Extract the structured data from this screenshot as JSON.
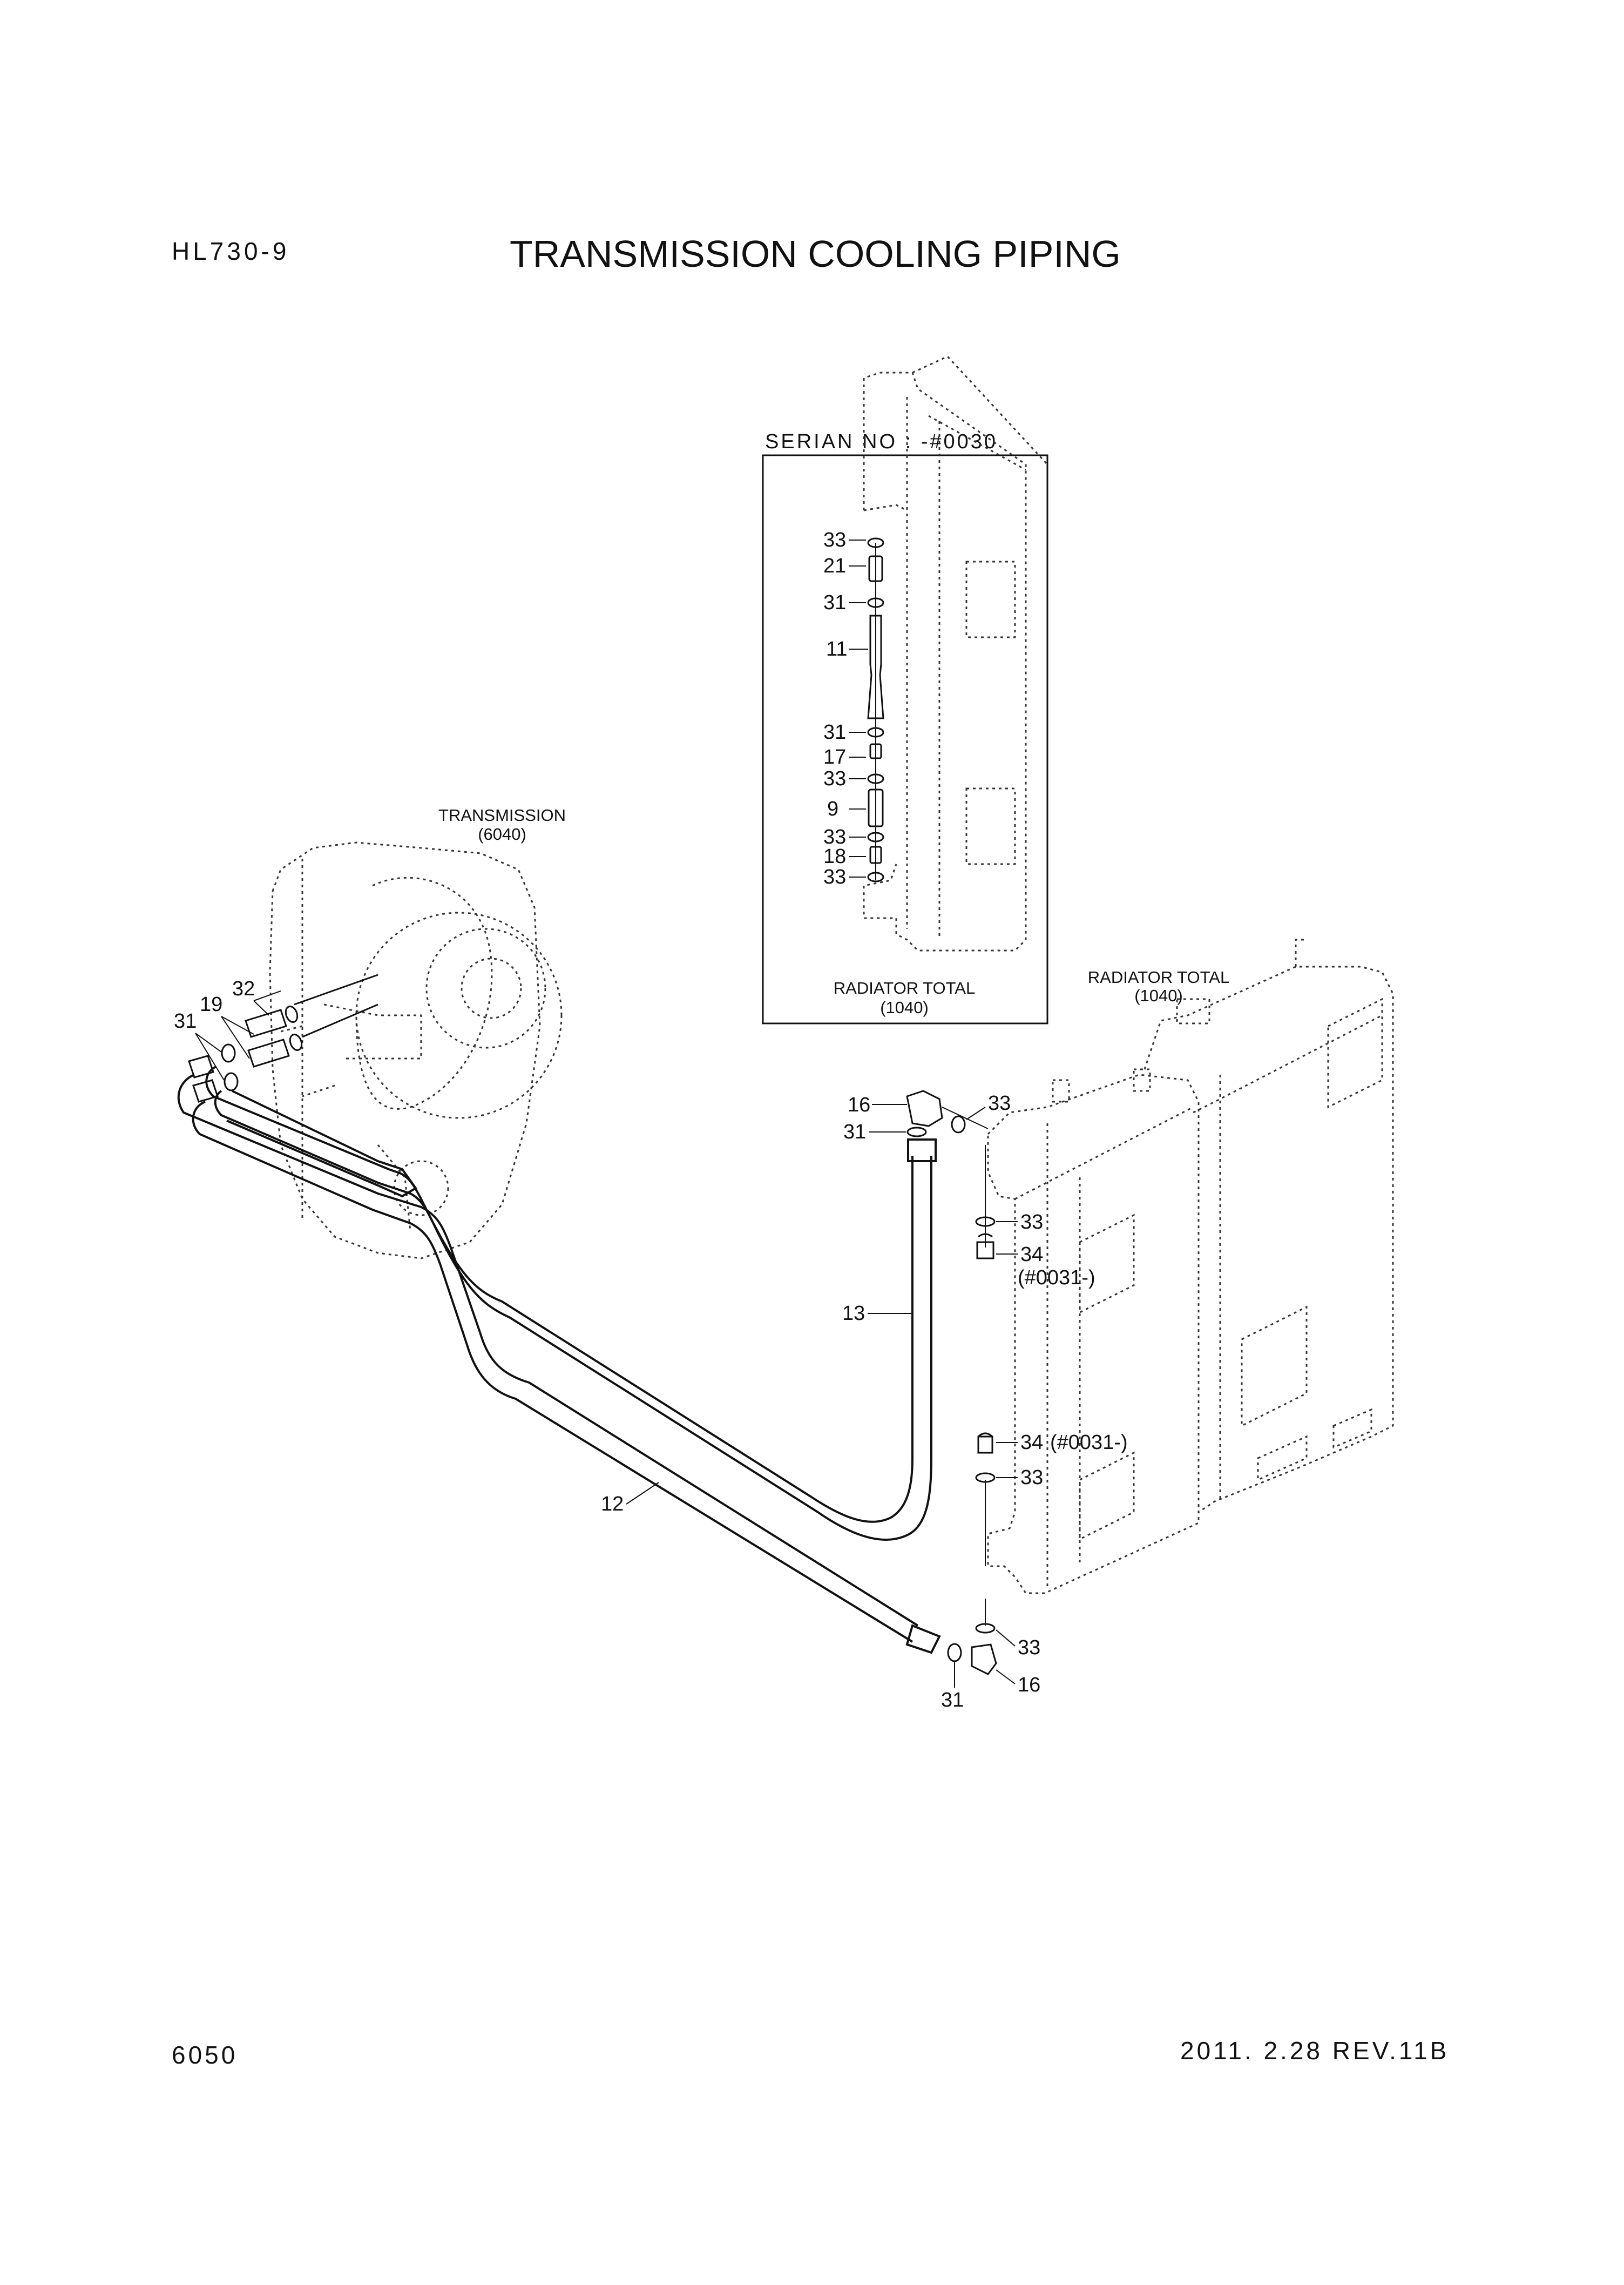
{
  "header": {
    "model": "HL730-9",
    "title": "TRANSMISSION COOLING PIPING"
  },
  "footer": {
    "page_number": "6050",
    "revision": "2011. 2.28  REV.11B"
  },
  "inset": {
    "serial_label": "SERIAN NO : -#0030",
    "radiator_name": "RADIATOR TOTAL",
    "radiator_code": "(1040)",
    "callouts": [
      "33",
      "21",
      "31",
      "11",
      "31",
      "17",
      "33",
      "9",
      "33",
      "18",
      "33"
    ]
  },
  "transmission": {
    "name": "TRANSMISSION",
    "code": "(6040)"
  },
  "radiator": {
    "name": "RADIATOR TOTAL",
    "code": "(1040)"
  },
  "callouts": {
    "c32": "32",
    "c19": "19",
    "c31_left": "31",
    "c16_top": "16",
    "c33_top": "33",
    "c31_top": "31",
    "c33_mid": "33",
    "c34_top": "34",
    "serial_top": "(#0031-)",
    "c13": "13",
    "c34_low": "34",
    "serial_low": "(#0031-)",
    "c33_low": "33",
    "c12": "12",
    "c33_bottom": "33",
    "c16_bottom": "16",
    "c31_bottom": "31"
  }
}
